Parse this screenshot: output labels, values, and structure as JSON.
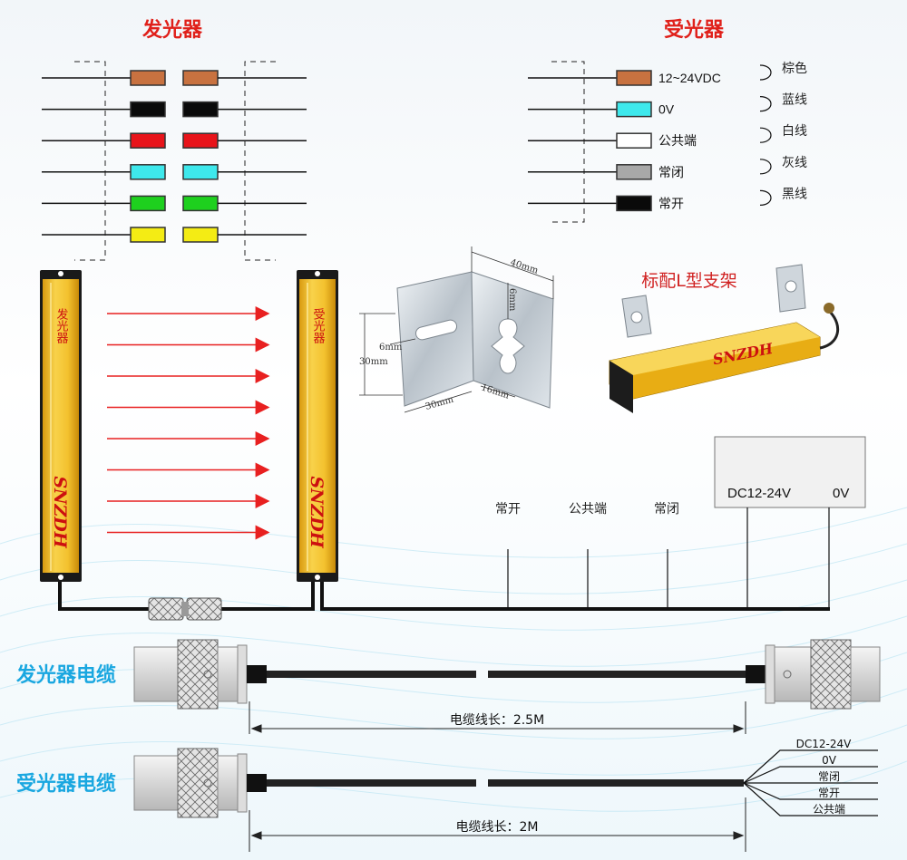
{
  "emitter": {
    "title": "发光器",
    "bar_label": "发光器",
    "wire_colors": [
      "#c87240",
      "#0a0a0a",
      "#e8141a",
      "#3ee8ec",
      "#1ed01e",
      "#f4ec14"
    ]
  },
  "receiver": {
    "title": "受光器",
    "bar_label": "受光器",
    "wires": [
      {
        "color": "#c87240",
        "label": "12~24VDC",
        "name": "棕色"
      },
      {
        "color": "#3ee8ec",
        "label": "0V",
        "name": "蓝线"
      },
      {
        "color": "#ffffff",
        "label": "公共端",
        "name": "白线"
      },
      {
        "color": "#a8a8a8",
        "label": "常闭",
        "name": "灰线"
      },
      {
        "color": "#0a0a0a",
        "label": "常开",
        "name": "黑线"
      }
    ]
  },
  "brand": "SNZDH",
  "bracket": {
    "caption": "标配L型支架",
    "dims": [
      "40mm",
      "6mm",
      "6mm",
      "30mm",
      "30mm",
      "16mm"
    ],
    "product_brand": "SNZDH"
  },
  "power_box": {
    "left": "DC12-24V",
    "right": "0V"
  },
  "outputs": [
    "常开",
    "公共端",
    "常闭"
  ],
  "emitter_cable": {
    "title": "发光器电缆",
    "length": "电缆线长：2.5M"
  },
  "receiver_cable": {
    "title": "受光器电缆",
    "length": "电缆线长：2M",
    "leads": [
      "DC12-24V",
      "0V",
      "常闭",
      "常开",
      "公共端"
    ]
  },
  "colors": {
    "bar_yellow": "#f3c12e",
    "beam_red": "#e82020",
    "cable_title": "#1aa7e0"
  }
}
